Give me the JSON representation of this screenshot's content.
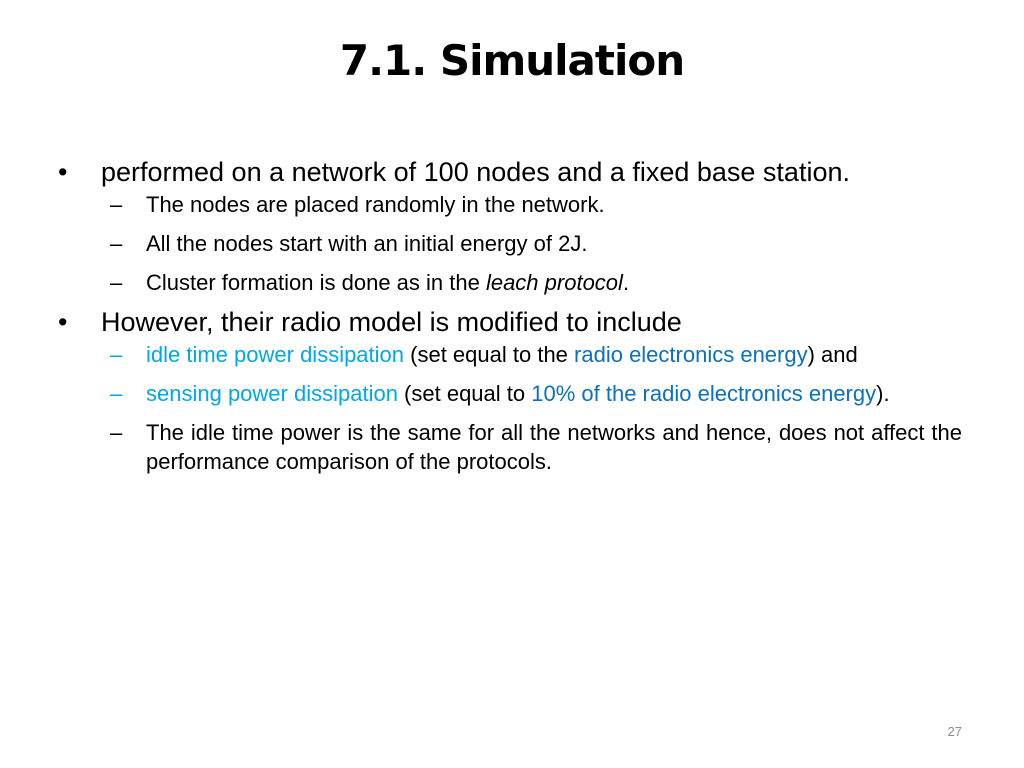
{
  "title": "7.1. Simulation",
  "colors": {
    "highlight_light": "#00a8e8",
    "highlight_dark": "#0a70c0",
    "page_number": "#8c8c8c"
  },
  "bullet_glyph": "•",
  "dash_glyph": "–",
  "points": {
    "p1": {
      "text": "performed on a network of 100 nodes and a fixed base station.",
      "sub1": "The nodes are placed randomly in the network.",
      "sub2": "All the nodes start with an initial energy of 2J.",
      "sub3_pre": "Cluster formation is done as in the ",
      "sub3_em": "leach protocol",
      "sub3_post": "."
    },
    "p2": {
      "text": "However, their radio model is modified to include",
      "sub1_a": "idle time power dissipation",
      "sub1_b": " (set equal to the ",
      "sub1_c": "radio electronics energy",
      "sub1_d": ") and",
      "sub2_a": "sensing power dissipation",
      "sub2_b": " (set equal to ",
      "sub2_c": "10% of the radio electronics energy",
      "sub2_d": ").",
      "sub3": "The idle time power is the same for all the networks and hence, does not affect the performance comparison of the protocols."
    }
  },
  "page_number": "27"
}
